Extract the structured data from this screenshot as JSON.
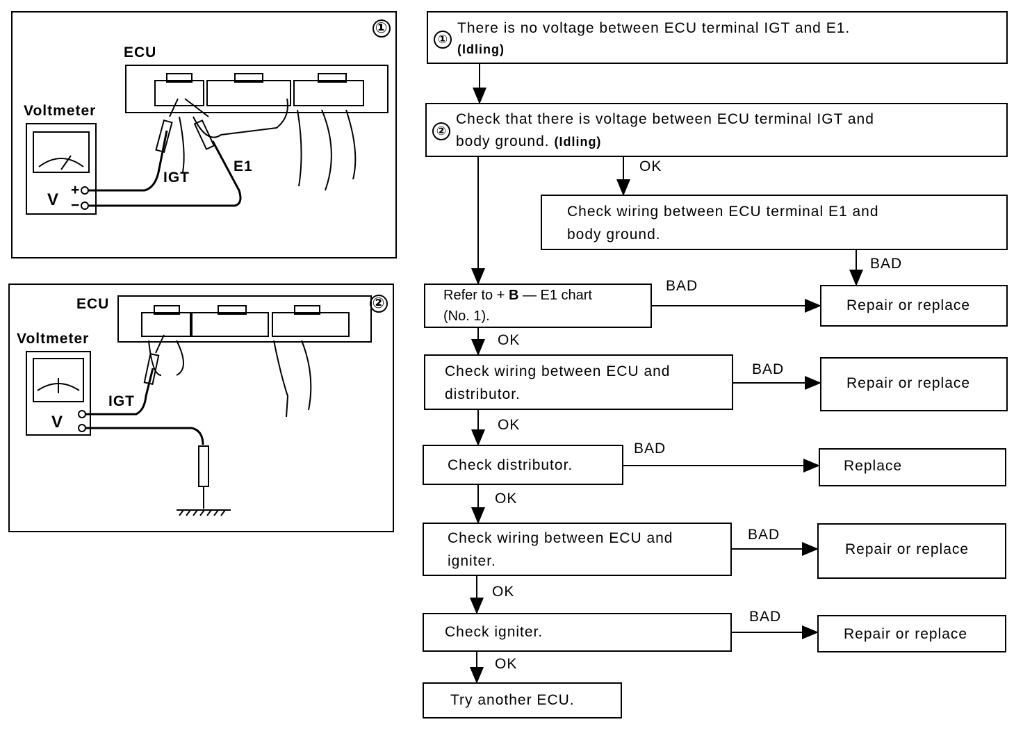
{
  "illustrations": [
    {
      "number": "①",
      "ecu_label": "ECU",
      "meter_label": "Voltmeter",
      "meter_unit": "V",
      "plus_sign": "+",
      "minus_sign": "−",
      "probe_labels": [
        "IGT",
        "E1"
      ]
    },
    {
      "number": "②",
      "ecu_label": "ECU",
      "meter_label": "Voltmeter",
      "meter_unit": "V",
      "probe_labels": [
        "IGT"
      ]
    }
  ],
  "flowchart": {
    "step1": {
      "number": "①",
      "text": "There is no voltage between ECU terminal IGT and E1.",
      "condition": "(Idling)"
    },
    "step2": {
      "number": "②",
      "text_line1": "Check that there is voltage between ECU terminal IGT and",
      "text_line2": "body ground.",
      "condition": "(Idling)"
    },
    "check_e1": {
      "text_line1": "Check wiring between ECU terminal E1 and",
      "text_line2": "body ground."
    },
    "refer_chart": {
      "pre": "Refer to + ",
      "bold": "B",
      "post": " — E1 chart",
      "line2": "(No. 1)."
    },
    "wiring_dist": {
      "text_line1": "Check wiring between ECU and",
      "text_line2": "distributor."
    },
    "check_dist": {
      "text": "Check distributor."
    },
    "wiring_ign": {
      "text_line1": "Check wiring between ECU and",
      "text_line2": "igniter."
    },
    "check_ign": {
      "text": "Check igniter."
    },
    "try_ecu": {
      "text": "Try another ECU."
    },
    "result_refer": {
      "text": "Repair or replace"
    },
    "result_wdist": {
      "text": "Repair or replace"
    },
    "result_dist": {
      "text": "Replace"
    },
    "result_wign": {
      "text": "Repair or replace"
    },
    "result_ign": {
      "text": "Repair or replace"
    },
    "labels": {
      "ok": "OK",
      "bad": "BAD"
    }
  }
}
